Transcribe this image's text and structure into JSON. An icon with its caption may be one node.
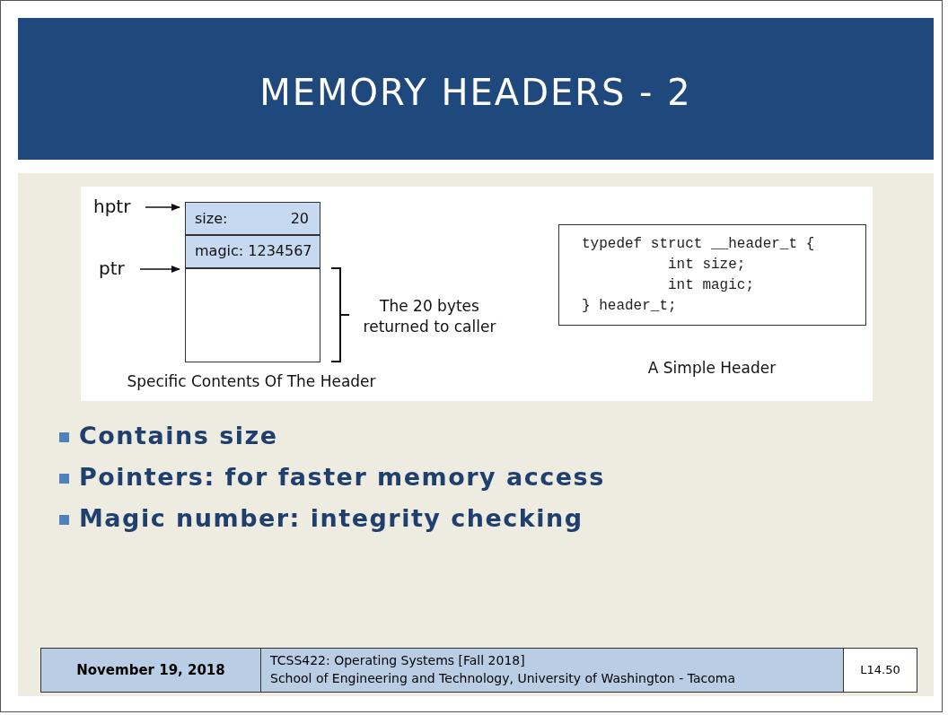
{
  "diagram": {
    "title": "MEMORY HEADERS - 2",
    "nodes": [
      {
        "text": [
          "hptr"
        ]
      },
      {
        "text": [
          "ptr"
        ]
      },
      {
        "text": [
          "size:",
          "20"
        ]
      },
      {
        "text": [
          "magic: 1234567"
        ]
      },
      {
        "text": [],
        "shape": "box"
      },
      {
        "text": [
          "typedef struct __header_t {",
          "int size;",
          "int magic;",
          "} header_t;"
        ]
      }
    ],
    "edges": [
      {
        "from": 0,
        "to": 2,
        "arrow": "to"
      },
      {
        "from": 1,
        "to": 4,
        "arrow": "to"
      }
    ],
    "labels": [
      "The 20 bytes returned to caller",
      "Specific Contents Of The Header",
      "A Simple Header",
      "Contains size",
      "Pointers: for faster memory access",
      "Magic number: integrity checking",
      "November 19, 2018",
      "TCSS422: Operating Systems [Fall 2018]",
      "School of Engineering and Technology, University of Washington - Tacoma",
      "L14.50"
    ]
  }
}
